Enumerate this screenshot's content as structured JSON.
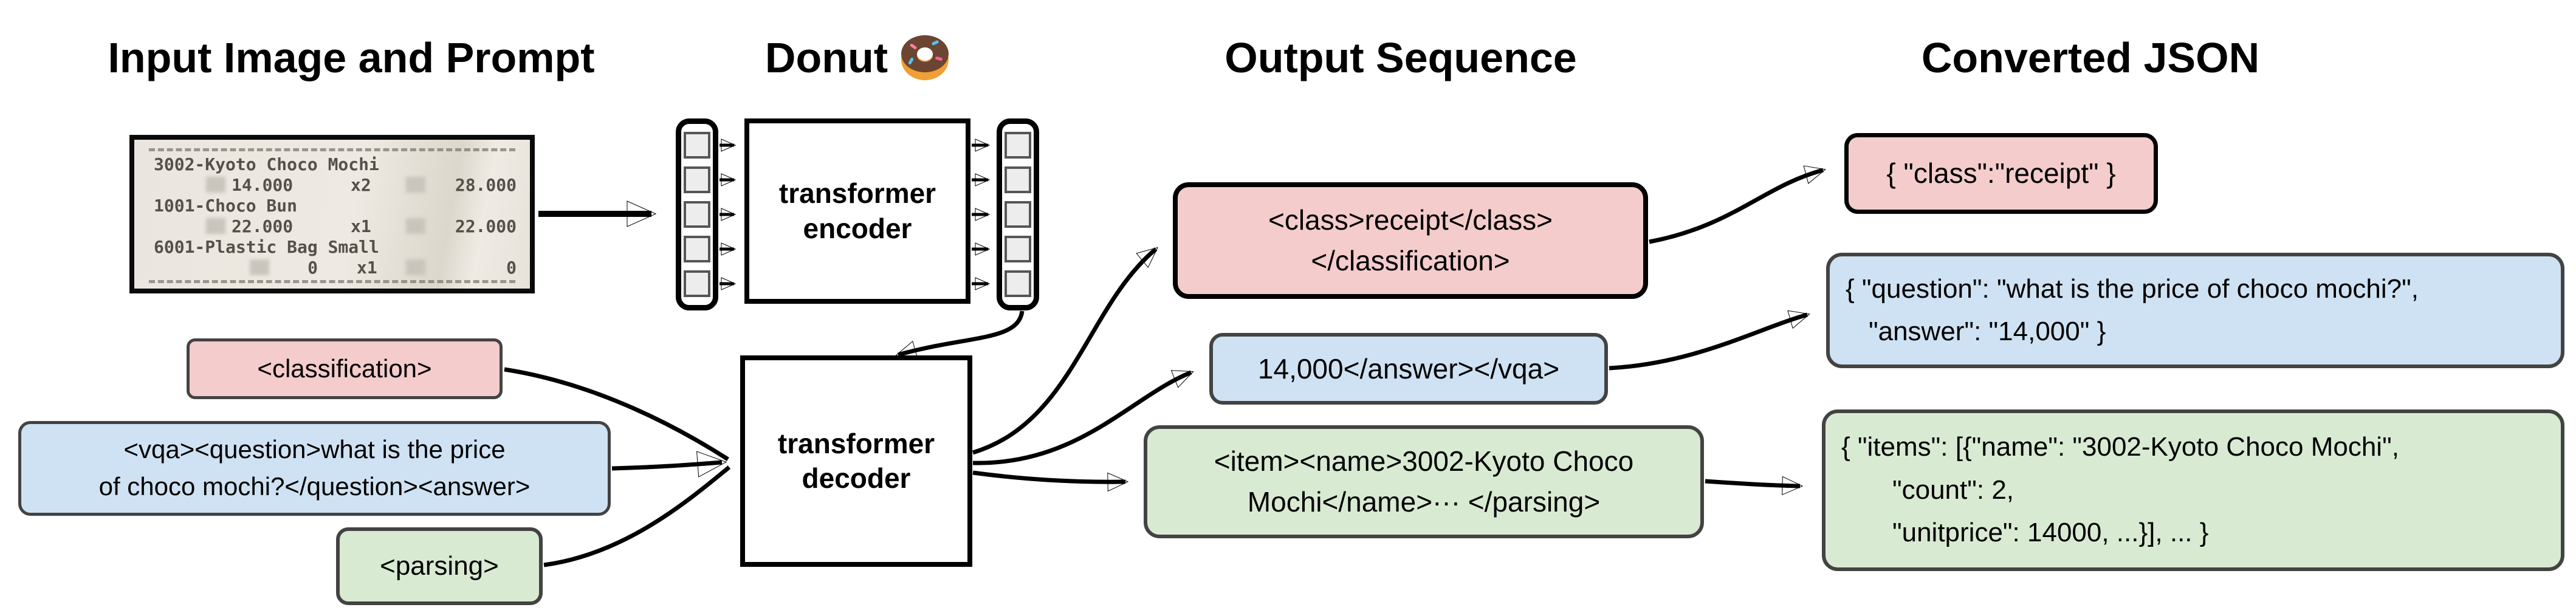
{
  "titles": {
    "input": "Input Image and Prompt",
    "model": "Donut",
    "output": "Output Sequence",
    "json": "Converted JSON"
  },
  "icons": {
    "donut": "donut-emoji"
  },
  "model": {
    "encoder_line1": "transformer",
    "encoder_line2": "encoder",
    "decoder_line1": "transformer",
    "decoder_line2": "decoder"
  },
  "receipt": {
    "item1": "3002-Kyoto Choco Mochi",
    "price1": "14.000",
    "qty1": "x2",
    "total1": "28.000",
    "item2": "1001-Choco Bun",
    "price2": "22.000",
    "qty2": "x1",
    "total2": "22.000",
    "item3": "6001-Plastic Bag Small",
    "price3": "0",
    "qty3": "x1",
    "total3": "0"
  },
  "prompts": {
    "classification": "<classification>",
    "vqa_line1": "<vqa><question>what is the price",
    "vqa_line2": "of choco mochi?</question><answer>",
    "parsing": "<parsing>"
  },
  "outputs": {
    "classification_line1": "<class>receipt</class>",
    "classification_line2": "</classification>",
    "vqa": "14,000</answer></vqa>",
    "parsing_line1": "<item><name>3002-Kyoto Choco",
    "parsing_line2": "Mochi</name>··· </parsing>"
  },
  "json_outputs": {
    "classification": "{ \"class\":\"receipt\" }",
    "vqa_line1": "{ \"question\": \"what is the price of choco mochi?\",",
    "vqa_line2": "\"answer\": \"14,000\" }",
    "parsing_line1": "{ \"items\": [{\"name\": \"3002-Kyoto Choco Mochi\",",
    "parsing_line2": "\"count\": 2,",
    "parsing_line3": "\"unitprice\": 14000, ...}], ... }"
  },
  "colors": {
    "classification_fill": "#f4cccc",
    "vqa_fill": "#cfe2f3",
    "parsing_fill": "#d9ead3",
    "box_border_gray": "#434343",
    "box_border_black": "#000000",
    "receipt_paper": "#eae6df"
  }
}
